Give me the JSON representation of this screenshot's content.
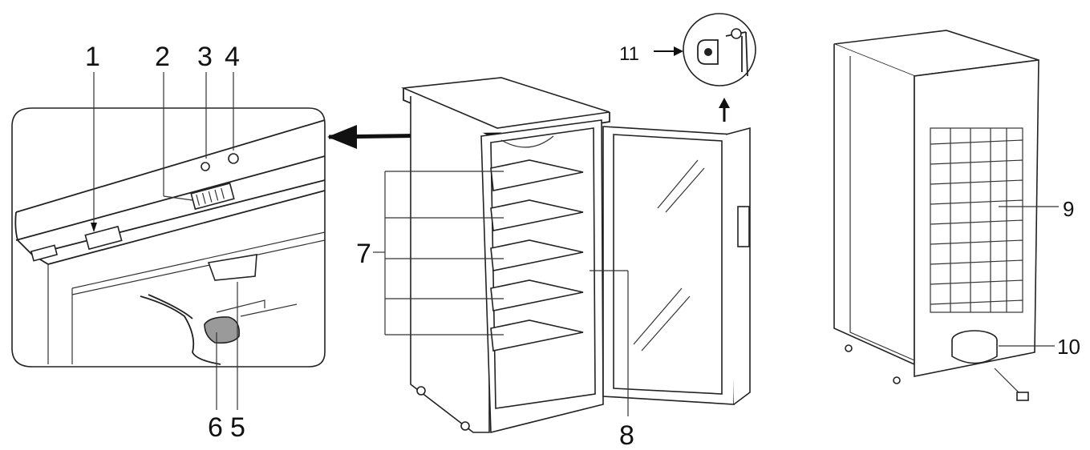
{
  "diagram": {
    "labels": {
      "l1": "1",
      "l2": "2",
      "l3": "3",
      "l4": "4",
      "l5": "5",
      "l6": "6",
      "l7": "7",
      "l8": "8",
      "l9": "9",
      "l10": "10",
      "l11": "11"
    },
    "colors": {
      "stroke": "#222222",
      "background": "#ffffff",
      "accent": "#9a9a9a"
    }
  }
}
